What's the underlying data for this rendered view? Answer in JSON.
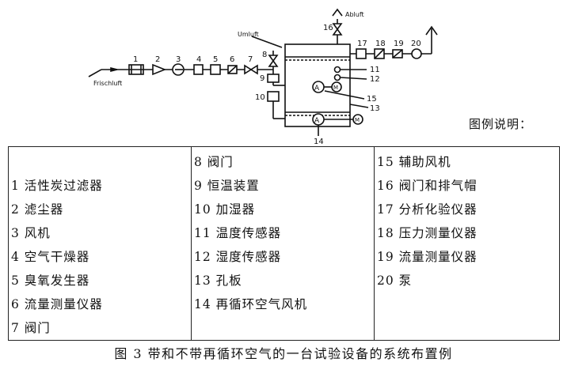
{
  "diagram": {
    "labels": {
      "frischluft": "Frischluft",
      "umluft": "Umluft",
      "abluft": "Abluft"
    },
    "numbers": [
      "1",
      "2",
      "3",
      "4",
      "5",
      "6",
      "7",
      "8",
      "9",
      "10",
      "11",
      "12",
      "13",
      "14",
      "15",
      "16",
      "17",
      "18",
      "19",
      "20"
    ]
  },
  "legend": {
    "heading": "图例说明：",
    "columns": [
      [
        "1 活性炭过滤器",
        "2 滤尘器",
        "3 风机",
        "4 空气干燥器",
        "5 臭氧发生器",
        "6 流量测量仪器",
        "7 阀门"
      ],
      [
        "8 阀门",
        "9 恒温装置",
        "10 加湿器",
        "11 温度传感器",
        "12 湿度传感器",
        "13 孔板",
        "14 再循环空气风机"
      ],
      [
        "15 辅助风机",
        "16 阀门和排气帽",
        "17 分析化验仪器",
        "18 压力测量仪器",
        "19 流量测量仪器",
        "20 泵"
      ]
    ]
  },
  "caption": "图 3 带和不带再循环空气的一台试验设备的系统布置例"
}
